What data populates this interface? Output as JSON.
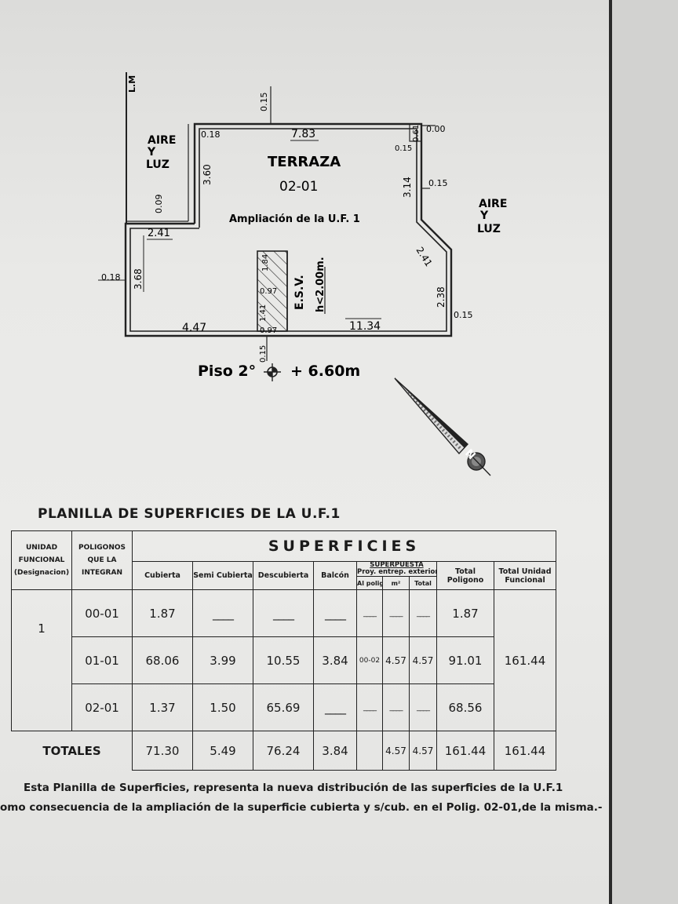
{
  "plan": {
    "lm_label": "L.M",
    "top_setback": "0.15",
    "aire_luz_left": [
      "AIRE",
      "Y",
      "LUZ"
    ],
    "aire_luz_right": [
      "AIRE",
      "Y",
      "LUZ"
    ],
    "terraza_title": "TERRAZA",
    "terraza_code": "02-01",
    "ampliacion_label": "Ampliación de la U.F. 1",
    "esv_label": "E.S.V.",
    "esv_height": "h<2.00m.",
    "piso_label": "Piso 2°",
    "piso_level": "+ 6.60m",
    "north_label": "N",
    "dims": {
      "d_018_top": "0.18",
      "d_783": "7.83",
      "d_000": "0.00",
      "d_015_a": "0.15",
      "d_061": "0.61",
      "d_360": "3.60",
      "d_009": "0.09",
      "d_314": "3.14",
      "d_015_b": "0.15",
      "d_241_left": "2.41",
      "d_241_diag": "2.41",
      "d_018_left": "0.18",
      "d_368": "3.68",
      "d_184": "1.84",
      "d_097_a": "0.97",
      "d_141": "1.41",
      "d_097_b": "0.97",
      "d_238": "2.38",
      "d_015_c": "0.15",
      "d_447": "4.47",
      "d_1134": "11.34",
      "d_015_bottom": "0.15"
    }
  },
  "table": {
    "title": "PLANILLA DE SUPERFICIES DE LA U.F.1",
    "col_unidad": [
      "UNIDAD",
      "FUNCIONAL",
      "(Designacion)"
    ],
    "col_poligonos": [
      "POLIGONOS",
      "QUE LA",
      "INTEGRAN"
    ],
    "superficies_header": "SUPERFICIES",
    "col_cubierta": "Cubierta",
    "col_semi": "Semi Cubierta",
    "col_descubierta": "Descubierta",
    "col_balcon": "Balcón",
    "col_superpuesta": "SUPERPUESTA",
    "col_proy": "Proy. entrep. exterior",
    "col_al_polig": "Al polig.",
    "col_m2": "m²",
    "col_total_sup": "Total",
    "col_total_poligono": [
      "Total",
      "Poligono"
    ],
    "col_total_unidad": [
      "Total Unidad",
      "Funcional"
    ],
    "unit": "1",
    "dash": "____",
    "rows": [
      {
        "pol": "00-01",
        "cub": "1.87",
        "semi": "",
        "desc": "",
        "balcon": "",
        "al": "",
        "m2": "",
        "tot": "",
        "total_pol": "1.87",
        "total_uf": ""
      },
      {
        "pol": "01-01",
        "cub": "68.06",
        "semi": "3.99",
        "desc": "10.55",
        "balcon": "3.84",
        "al": "00-02",
        "m2": "4.57",
        "tot": "4.57",
        "total_pol": "91.01",
        "total_uf": "161.44"
      },
      {
        "pol": "02-01",
        "cub": "1.37",
        "semi": "1.50",
        "desc": "65.69",
        "balcon": "",
        "al": "",
        "m2": "",
        "tot": "",
        "total_pol": "68.56",
        "total_uf": ""
      }
    ],
    "totals": {
      "label": "TOTALES",
      "cub": "71.30",
      "semi": "5.49",
      "desc": "76.24",
      "balcon": "3.84",
      "m2": "4.57",
      "tot": "4.57",
      "total_pol": "161.44",
      "total_uf": "161.44"
    }
  },
  "footnote": {
    "line1": "Esta Planilla de Superficies, representa la nueva distribución de las superficies de la U.F.1",
    "line2": "omo consecuencia de la ampliación de la superficie cubierta y s/cub. en el Polig. 02-01,de la misma.-"
  }
}
